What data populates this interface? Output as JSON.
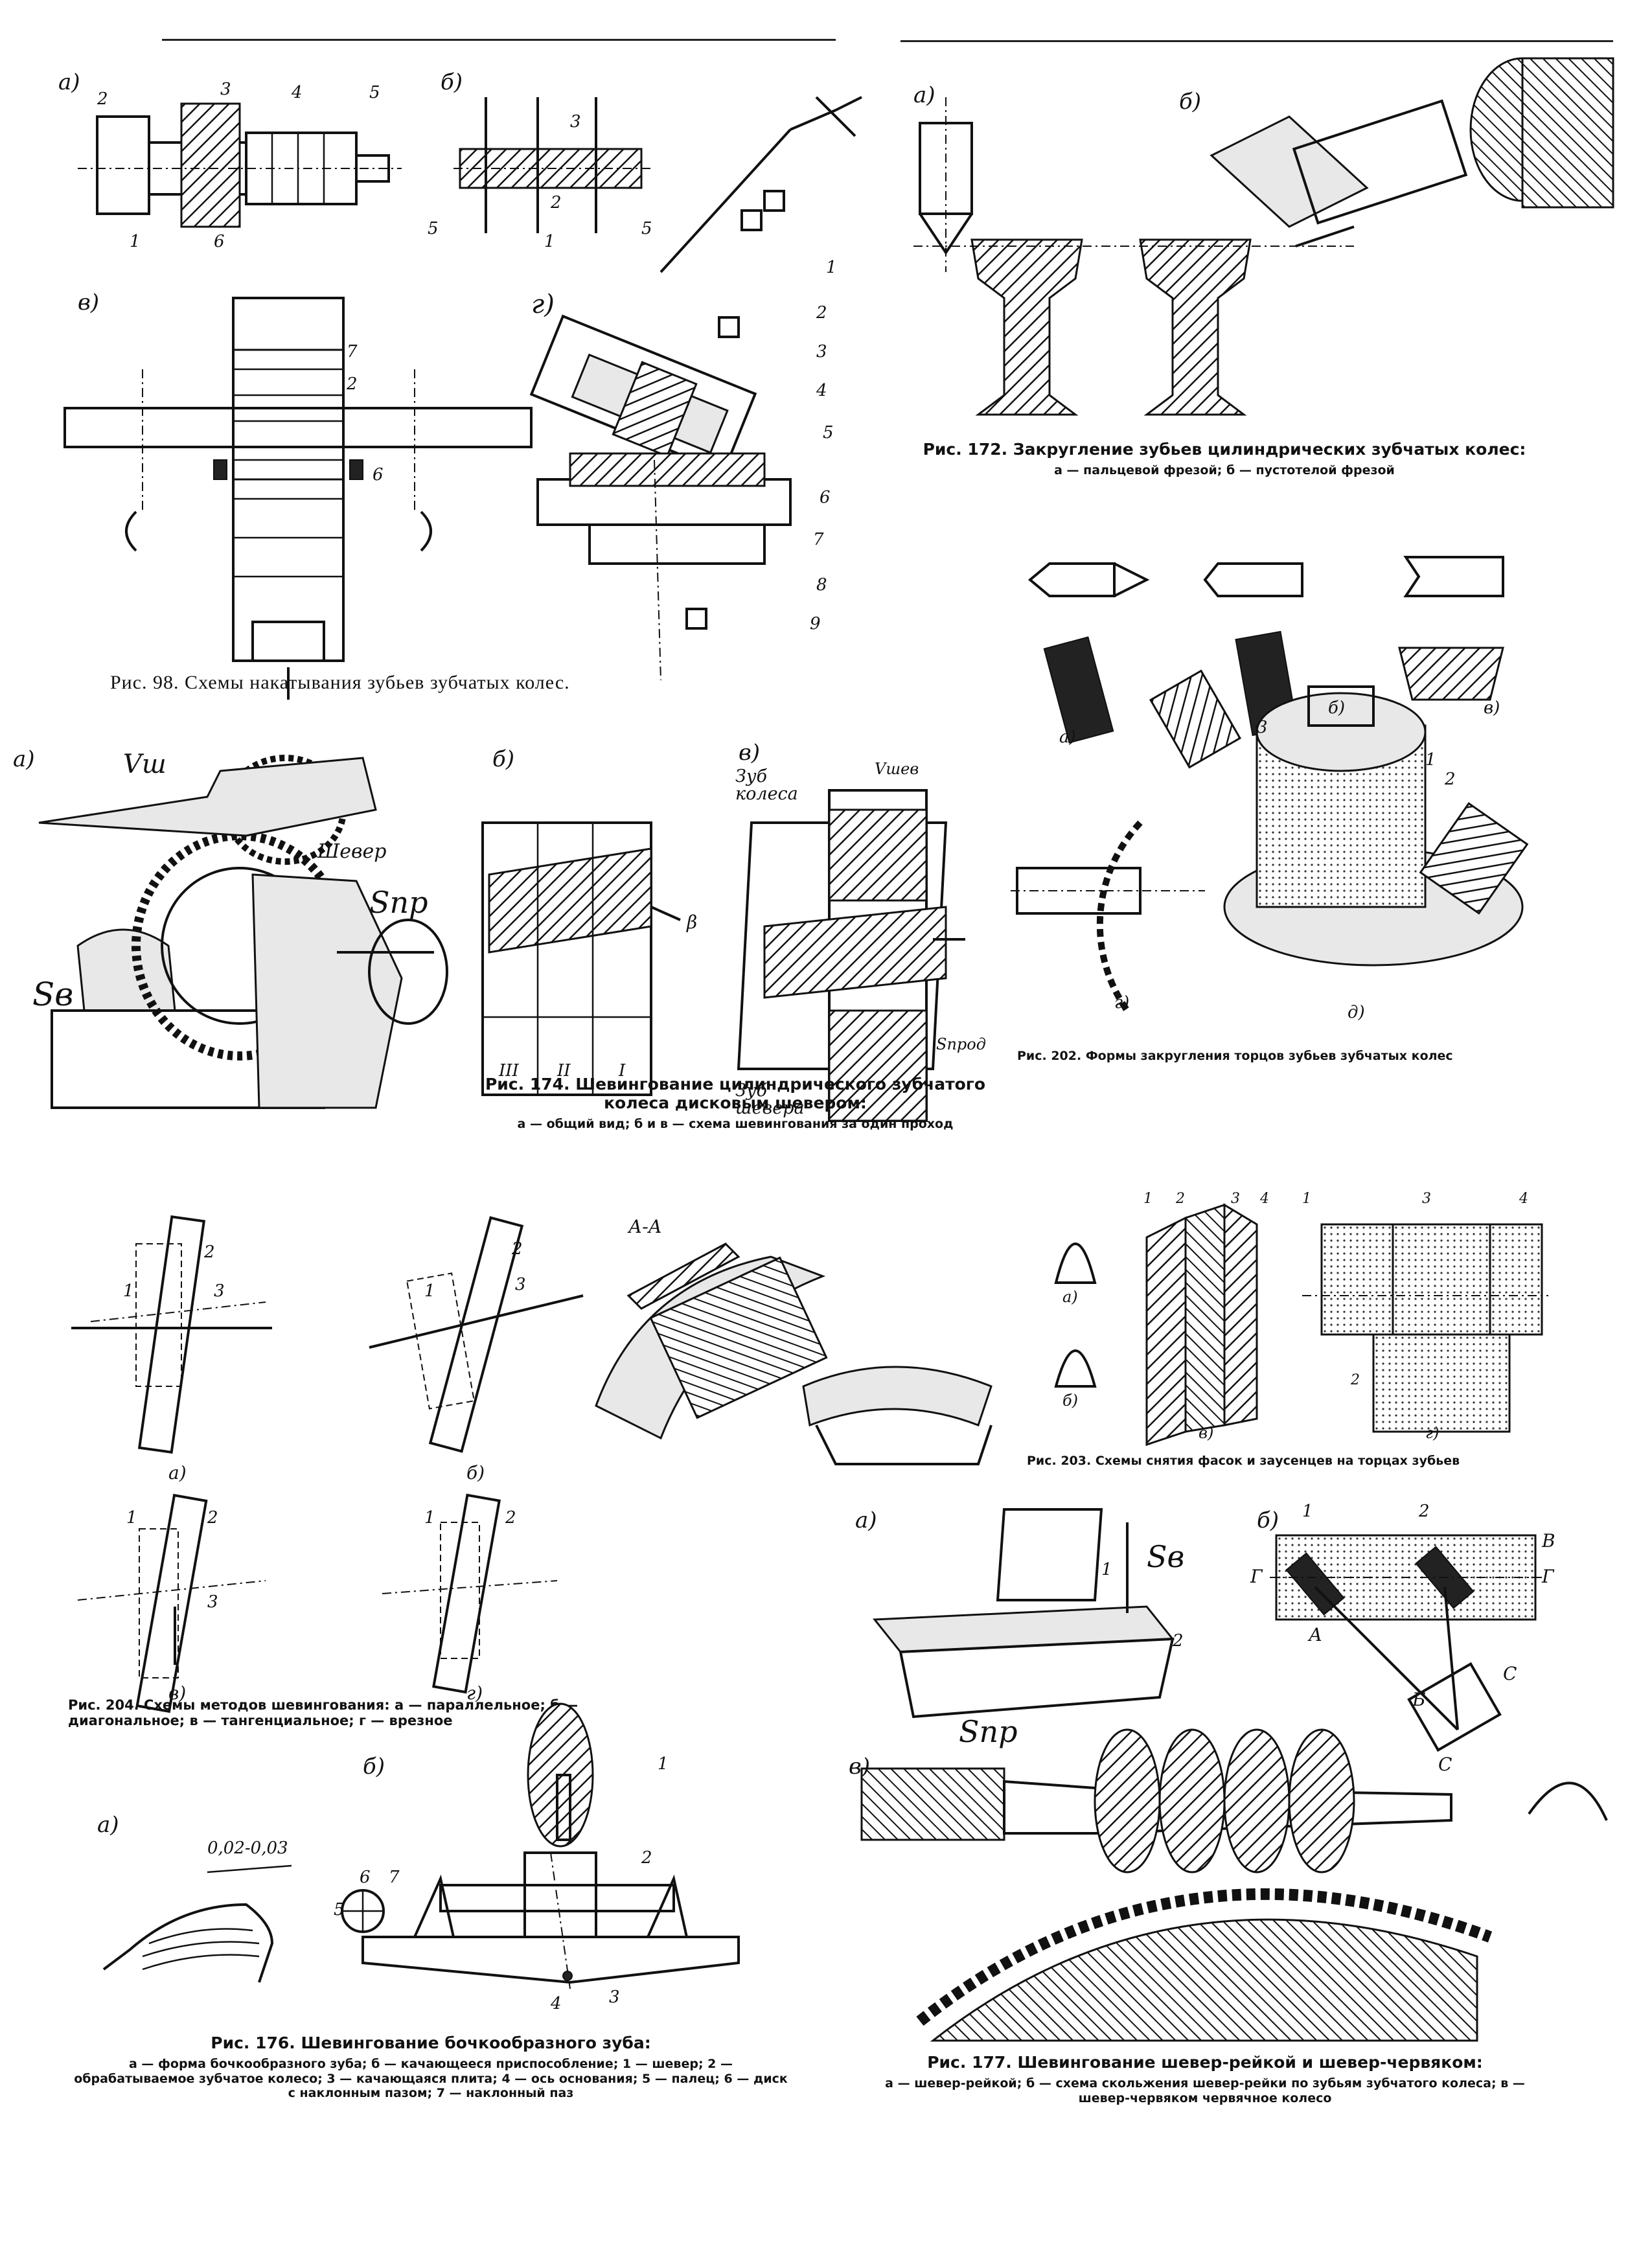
{
  "figures": {
    "fig98": {
      "caption": "Рис. 98. Схемы накатывания зубьев зубчатых колес.",
      "panels": [
        "а)",
        "б)",
        "в)",
        "г)"
      ]
    },
    "fig172": {
      "title": "Рис. 172. Закругление зубьев цилиндрических зубчатых колес:",
      "subtitle": "а — пальцевой фрезой; б — пустотелой фрезой",
      "panels": [
        "а)",
        "б)"
      ]
    },
    "fig174": {
      "title": "Рис. 174. Шевингование цилиндрического зубчатого колеса дисковым шевером:",
      "subtitle": "а — общий вид; б и в — схема шевингования за один проход",
      "panels": [
        "а)",
        "б)",
        "в)"
      ],
      "labels": {
        "shaver": "Шевер",
        "s_pr": "Sпр",
        "s_v": "Sв",
        "v_sh": "Vш",
        "tooth_wheel": "Зуб колеса",
        "tooth_shaver": "Зуб шевера",
        "v_shev": "Vшев",
        "s_prod": "Sпрод",
        "beta": "β",
        "roman": [
          "III",
          "II",
          "I"
        ]
      }
    },
    "fig202": {
      "title": "Рис. 202. Формы закругления торцов зубьев зубчатых колес",
      "panels": [
        "а)",
        "б)",
        "в)",
        "г)",
        "д)"
      ]
    },
    "fig203": {
      "title": "Рис. 203. Схемы снятия фасок и заусенцев на торцах зубьев",
      "panels": [
        "а)",
        "б)",
        "в)",
        "г)"
      ]
    },
    "fig204": {
      "title": "Рис. 204. Схемы методов шевингования: а — параллельное; б — диагональное; в — тангенциальное; г — врезное",
      "panels": [
        "а)",
        "б)",
        "в)",
        "г)"
      ],
      "section": "А-А"
    },
    "fig176": {
      "title": "Рис. 176. Шевингование бочкообразного зуба:",
      "subtitle": "а — форма бочкообразного зуба; б — качающееся приспособление; 1 — шевер; 2 — обрабатываемое зубчатое колесо; 3 — качающаяся плита; 4 — ось основания; 5 — палец; 6 — диск с наклонным пазом; 7 — наклонный паз",
      "panels": [
        "а)",
        "б)"
      ],
      "dimension": "0,02-0,03"
    },
    "fig177": {
      "title": "Рис. 177. Шевингование шевер-рейкой и шевер-червяком:",
      "subtitle": "а — шевер-рейкой; б — схема скольжения шевер-рейки по зубьям зубчатого колеса; в — шевер-червяком червячное колесо",
      "panels": [
        "а)",
        "б)",
        "в)"
      ],
      "labels": {
        "s_v": "Sв",
        "s_pr": "Sпр",
        "g": "Г",
        "b_letter": "Б",
        "c_letter": "С",
        "a_letter": "А",
        "v_letter": "В"
      }
    }
  }
}
